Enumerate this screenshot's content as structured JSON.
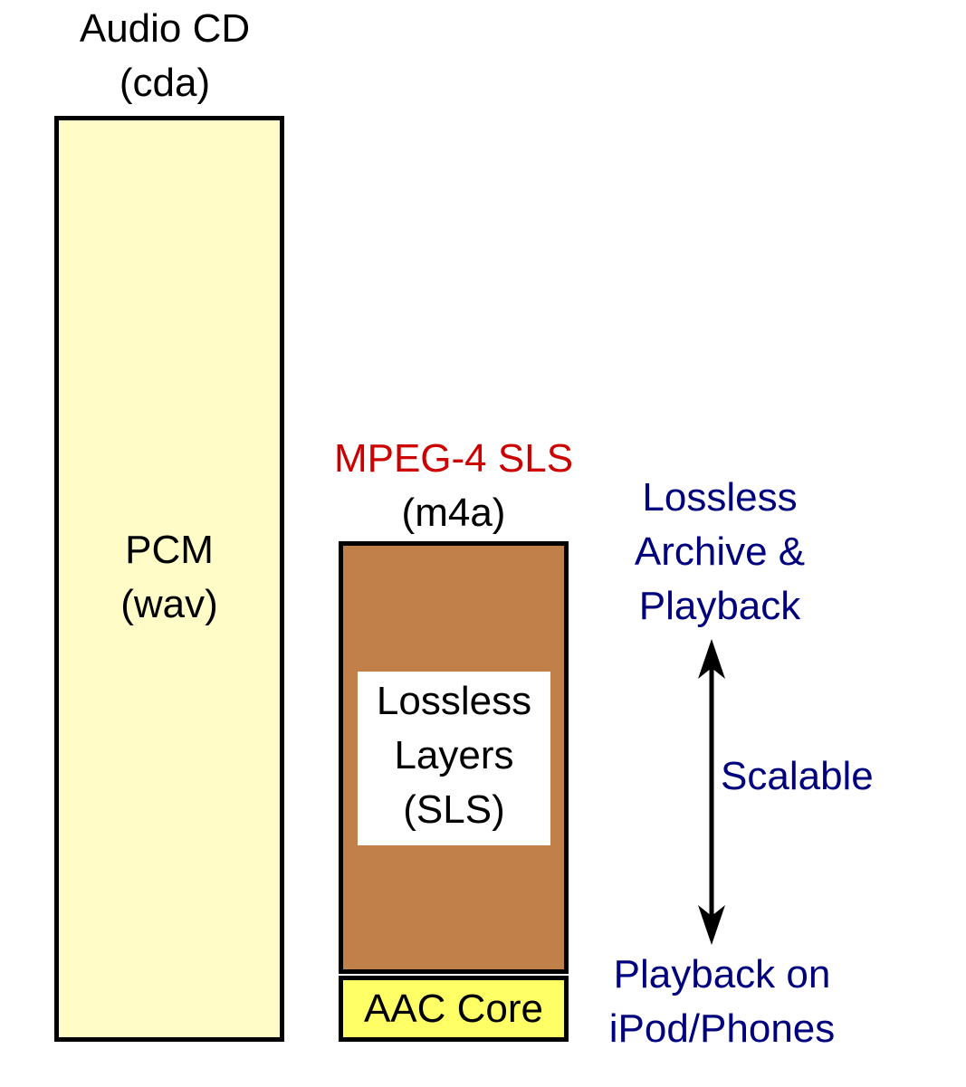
{
  "audio_cd": {
    "title": "Audio CD",
    "format": "(cda)",
    "fill_color": "#fffcc8",
    "content_line1": "PCM",
    "content_line2": "(wav)"
  },
  "mpeg4_sls": {
    "title": "MPEG-4 SLS",
    "format": "(m4a)",
    "title_color": "#cc0000",
    "layers_color": "#c17f4a",
    "layers_line1": "Lossless",
    "layers_line2": "Layers",
    "layers_line3": "(SLS)",
    "core_color": "#ffff66",
    "core_label": "AAC Core"
  },
  "scale": {
    "text_color": "#00007f",
    "top_line1": "Lossless",
    "top_line2": "Archive &",
    "top_line3": "Playback",
    "middle": "Scalable",
    "bottom_line1": "Playback on",
    "bottom_line2": "iPod/Phones"
  }
}
